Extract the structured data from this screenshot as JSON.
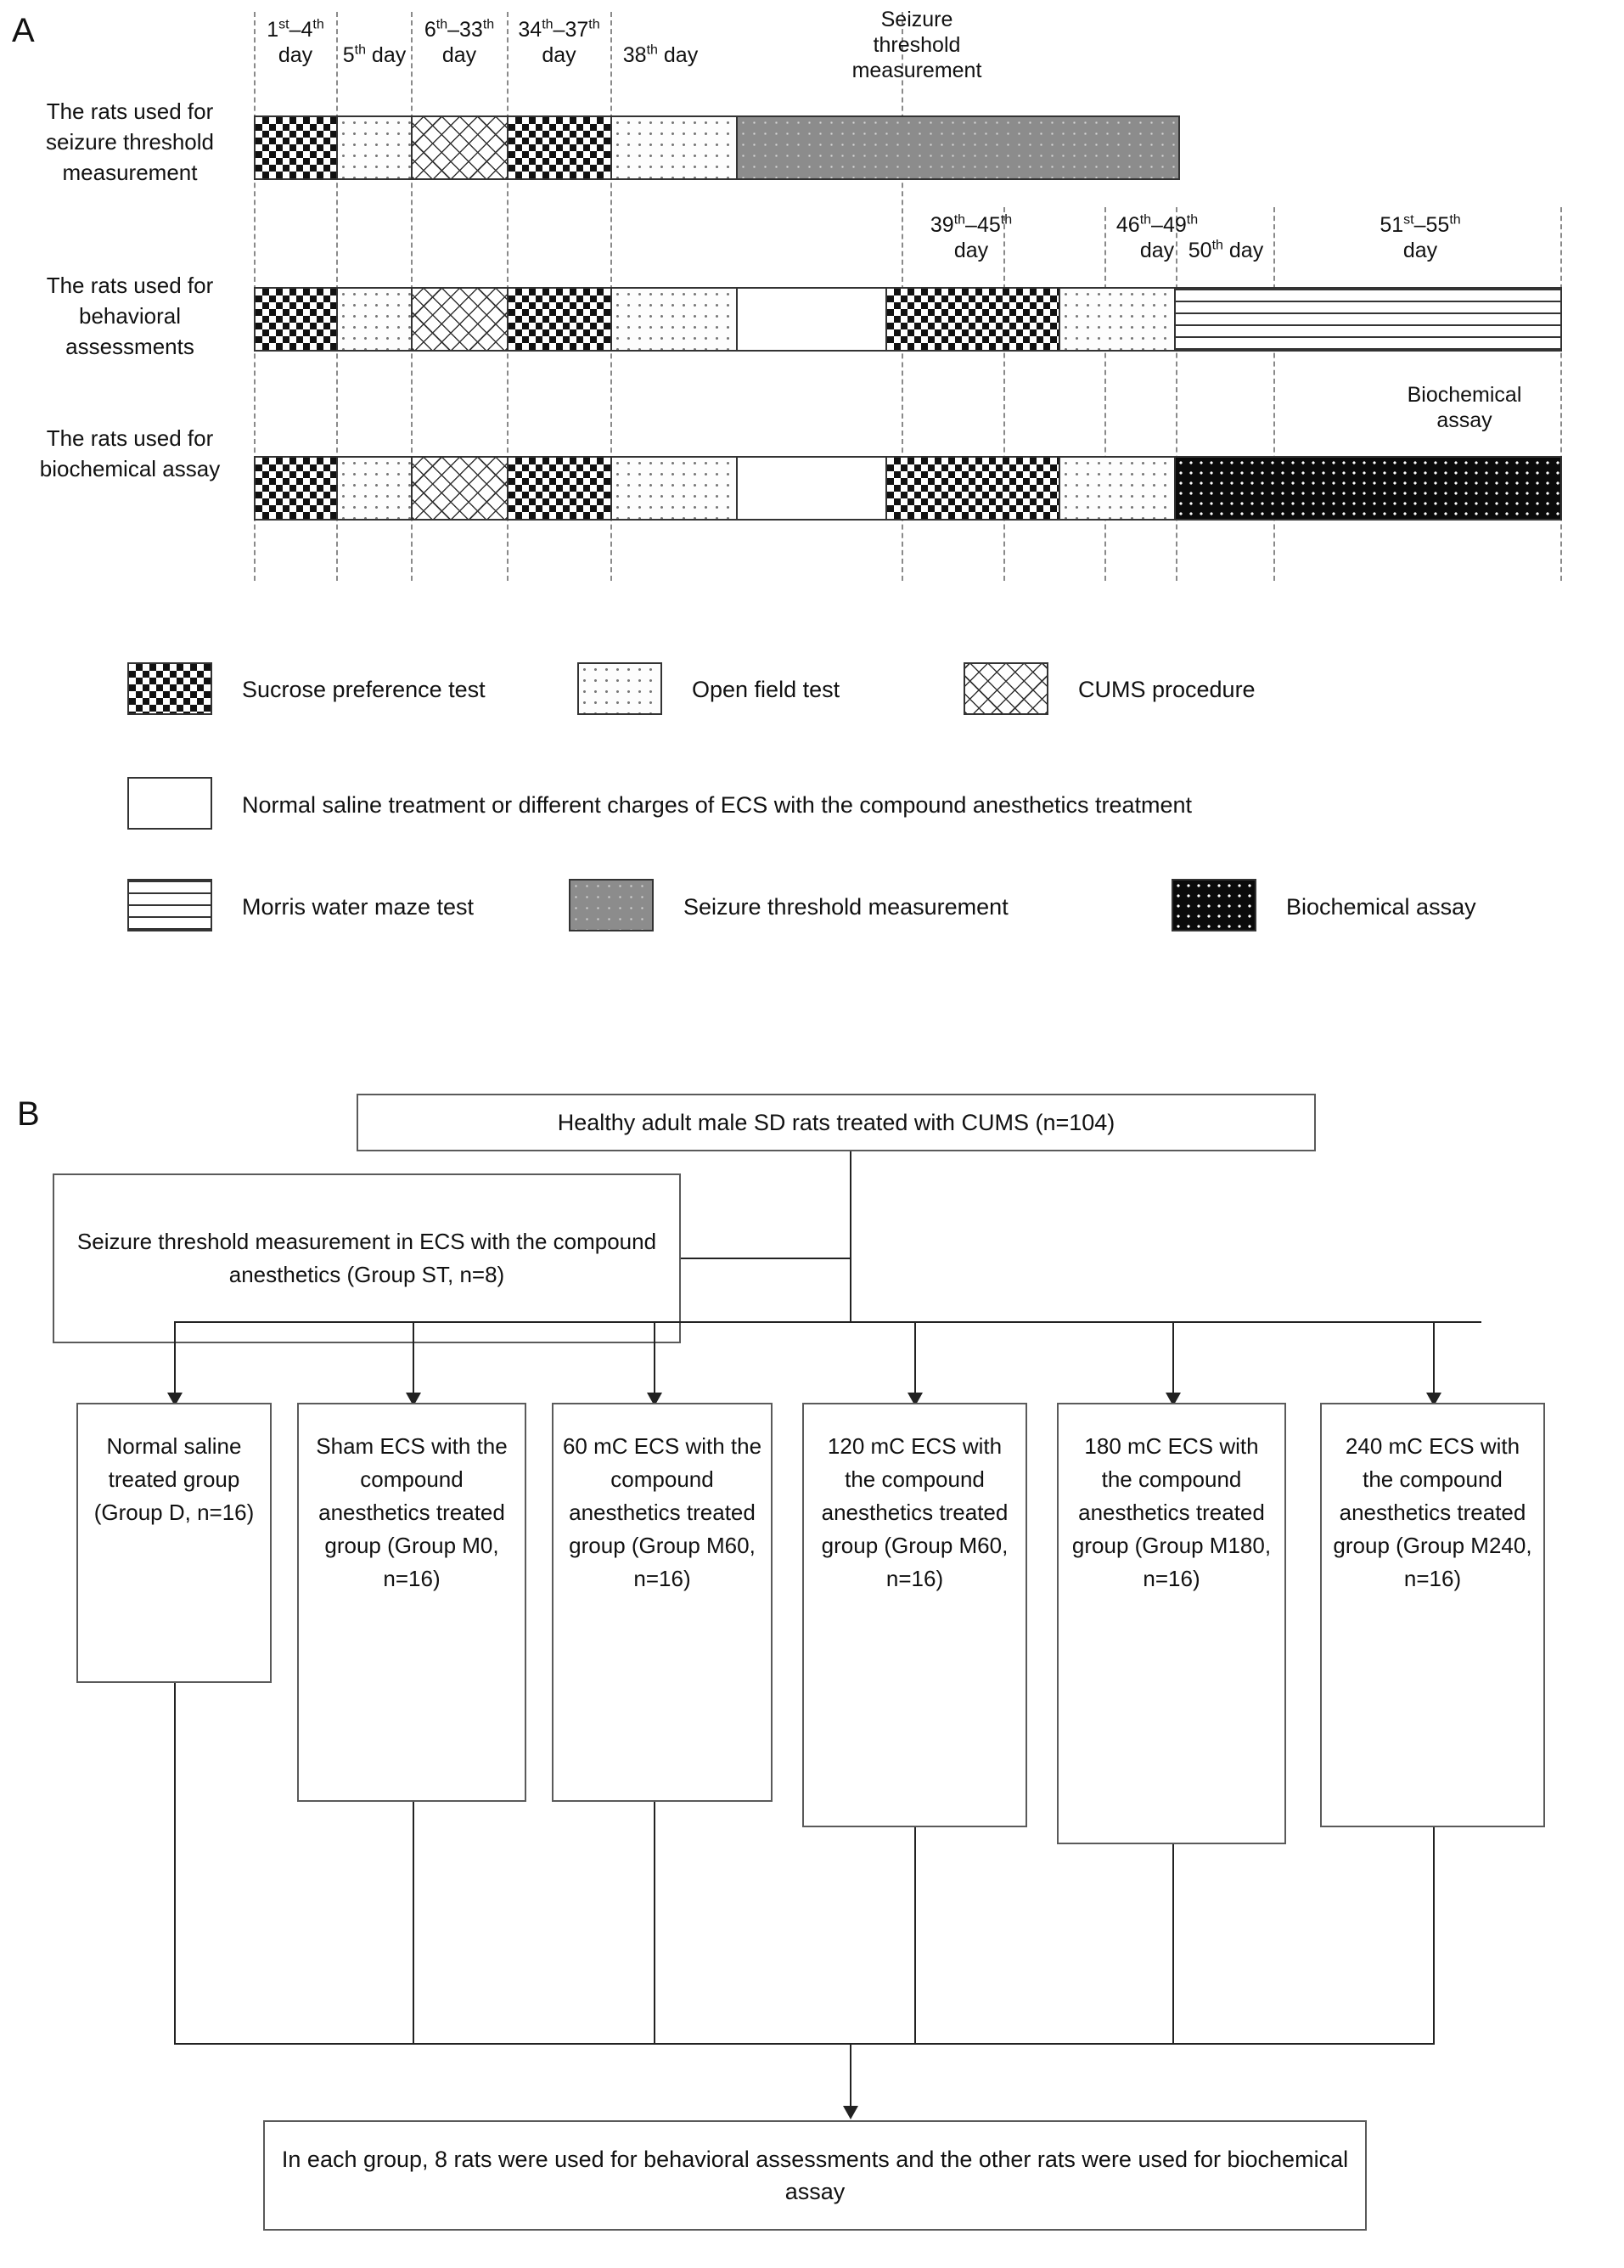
{
  "figure": {
    "panel_a_letter": "A",
    "panel_b_letter": "B"
  },
  "panel_a": {
    "column_headers": [
      {
        "id": "c1",
        "html": "1<sup>st</sup>–4<sup>th</sup><br>day",
        "plain": "1st–4th day"
      },
      {
        "id": "c2",
        "html": "5<sup>th</sup> day",
        "plain": "5th day"
      },
      {
        "id": "c3",
        "html": "6<sup>th</sup>–33<sup>th</sup><br>day",
        "plain": "6th–33th day"
      },
      {
        "id": "c4",
        "html": "34<sup>th</sup>–37<sup>th</sup><br>day",
        "plain": "34th–37th day"
      },
      {
        "id": "c5",
        "html": "38<sup>th</sup> day",
        "plain": "38th day"
      },
      {
        "id": "c6",
        "html": "Seizure<br>threshold<br>measurement",
        "plain": "Seizure threshold measurement"
      },
      {
        "id": "c7",
        "html": "39<sup>th</sup>–45<sup>th</sup><br>day",
        "plain": "39th–45th day"
      },
      {
        "id": "c8",
        "html": "46<sup>th</sup>–49<sup>th</sup><br>day",
        "plain": "46th–49th day"
      },
      {
        "id": "c9",
        "html": "50<sup>th</sup> day",
        "plain": "50th day"
      },
      {
        "id": "c10",
        "html": "51<sup>st</sup>–55<sup>th</sup><br>day",
        "plain": "51st–55th day"
      },
      {
        "id": "c11",
        "html": "Biochemical<br>assay",
        "plain": "Biochemical assay"
      }
    ],
    "rows": [
      {
        "label": "The rats used for seizure threshold measurement",
        "segments": [
          "sucrose-preference-test",
          "open-field-test",
          "cums-procedure",
          "sucrose-preference-test",
          "open-field-test",
          "seizure-threshold-measurement"
        ]
      },
      {
        "label": "The rats used for behavioral assessments",
        "segments": [
          "sucrose-preference-test",
          "open-field-test",
          "cums-procedure",
          "sucrose-preference-test",
          "open-field-test",
          "normal-saline-or-ecs",
          "sucrose-preference-test",
          "open-field-test",
          "morris-water-maze-test"
        ]
      },
      {
        "label": "The rats used for biochemical assay",
        "segments": [
          "sucrose-preference-test",
          "open-field-test",
          "cums-procedure",
          "sucrose-preference-test",
          "open-field-test",
          "normal-saline-or-ecs",
          "sucrose-preference-test",
          "open-field-test",
          "biochemical-assay"
        ]
      }
    ]
  },
  "legend": {
    "items": [
      {
        "key": "sucrose-preference-test",
        "label": "Sucrose preference test"
      },
      {
        "key": "open-field-test",
        "label": "Open field test"
      },
      {
        "key": "cums-procedure",
        "label": "CUMS procedure"
      },
      {
        "key": "normal-saline-or-ecs",
        "label": "Normal saline treatment or different charges of ECS with the compound anesthetics treatment"
      },
      {
        "key": "morris-water-maze-test",
        "label": "Morris water maze test"
      },
      {
        "key": "seizure-threshold-measurement",
        "label": "Seizure threshold measurement"
      },
      {
        "key": "biochemical-assay",
        "label": "Biochemical assay"
      }
    ]
  },
  "panel_b": {
    "top_box": "Healthy adult male SD rats treated with CUMS (n=104)",
    "side_box": "Seizure threshold measurement in ECS with the compound anesthetics (Group ST, n=8)",
    "groups": [
      "Normal saline treated group (Group D, n=16)",
      "Sham ECS with the compound anesthetics treated group (Group M0, n=16)",
      "60 mC ECS with the compound anesthetics treated group (Group M60, n=16)",
      "120 mC ECS with the compound anesthetics treated group (Group M60, n=16)",
      "180 mC ECS with the compound anesthetics treated group (Group M180, n=16)",
      "240 mC ECS with the compound anesthetics treated group (Group M240, n=16)"
    ],
    "bottom_box": "In each group, 8 rats were used for behavioral assessments and the other rats were used for biochemical assay"
  },
  "colors": {
    "ink": "#111111",
    "box_border": "#5a5a5a",
    "dash_line": "#8a8a8a",
    "seizure_gray": "#8c8c8c",
    "biochem_black": "#0a0a0a"
  }
}
